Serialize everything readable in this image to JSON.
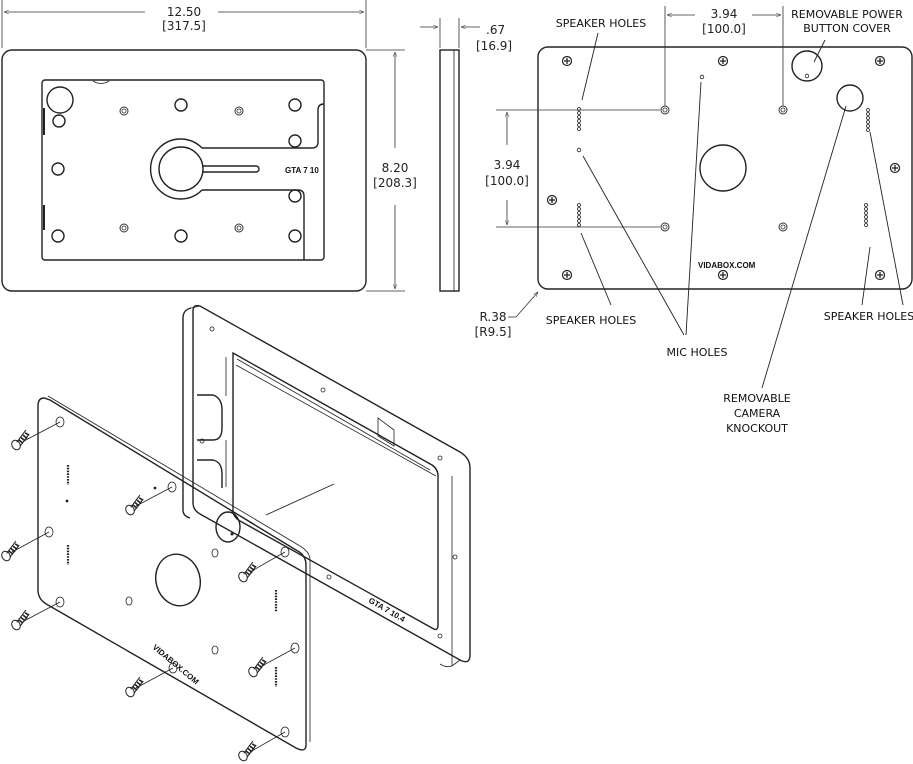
{
  "front_view": {
    "width_dim": "12.50",
    "width_dim_mm": "[317.5]",
    "height_dim": "8.20",
    "height_dim_mm": "[208.3]",
    "engraving": "GTA 7 10"
  },
  "side_view": {
    "depth_dim": ".67",
    "depth_dim_mm": "[16.9]"
  },
  "back_view": {
    "hole_spacing_h": "3.94",
    "hole_spacing_h_mm": "[100.0]",
    "hole_spacing_v": "3.94",
    "hole_spacing_v_mm": "[100.0]",
    "radius_dim": "R.38",
    "radius_dim_mm": "[R9.5]",
    "logo_text": "VIDABOX.COM",
    "callouts": {
      "speaker_holes_top": "SPEAKER HOLES",
      "power_cover_line1": "REMOVABLE POWER",
      "power_cover_line2": "BUTTON COVER",
      "speaker_holes_bottom_left": "SPEAKER HOLES",
      "mic_holes": "MIC HOLES",
      "speaker_holes_bottom_right": "SPEAKER HOLES",
      "camera_line1": "REMOVABLE",
      "camera_line2": "CAMERA",
      "camera_line3": "KNOCKOUT"
    }
  },
  "exploded_view": {
    "frame_engraving": "GTA 7 10.4",
    "plate_logo": "VIDABOX.COM"
  }
}
